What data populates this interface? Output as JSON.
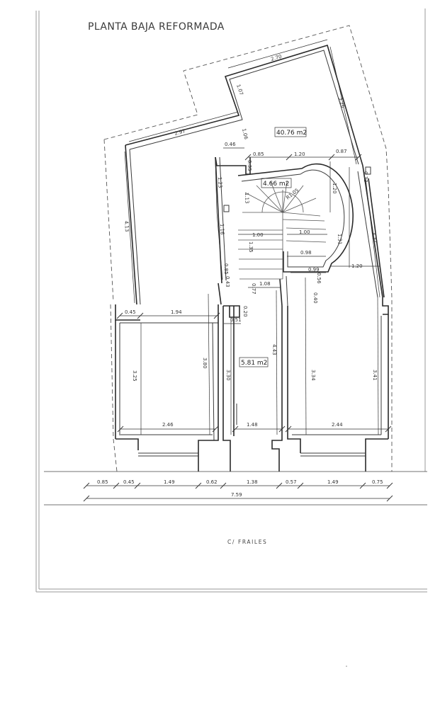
{
  "title": "PLANTA BAJA REFORMADA",
  "street": "C/ FRAILES",
  "areas": {
    "upper": "40.76 m2",
    "stair": "4.66 m2",
    "corridor": "5.81 m2"
  },
  "dims": {
    "d270": "2.70",
    "d107": "1.07",
    "d326": "3.26",
    "d106": "1.06",
    "d297": "2.97",
    "d046": "0.46",
    "d085top": "0.85",
    "d035": "0.35",
    "d120top": "1.20",
    "d087": "0.87",
    "d123": "1.23",
    "d113": "1.13",
    "r105": "R1.05",
    "d120r": "1.20",
    "d413": "4.13",
    "d116": "1.16",
    "d033": "0.33",
    "d100a": "1.00",
    "d100b": "1.00",
    "d131": "1.31",
    "d337": "3.37",
    "d135": "1.35",
    "d098": "0.98",
    "d099": "0.99",
    "d120b": "1.20",
    "d085mid": "0.85",
    "d043": "0.43",
    "d056": "0.56",
    "d077": "0.77",
    "d108": "1.08",
    "d040": "0.40",
    "d045": "0.45",
    "d194": "1.94",
    "d020": "0.20",
    "d051": "0.51",
    "d325": "3.25",
    "d380": "3.80",
    "d330": "3.30",
    "d443": "4.43",
    "d334": "3.34",
    "d341": "3.41",
    "d246": "2.46",
    "d148": "1.48",
    "d244": "2.44",
    "b085": "0.85",
    "b045": "0.45",
    "b149a": "1.49",
    "b062": "0.62",
    "b138": "1.38",
    "b057": "0.57",
    "b149b": "1.49",
    "b075": "0.75",
    "b759": "7.59"
  }
}
